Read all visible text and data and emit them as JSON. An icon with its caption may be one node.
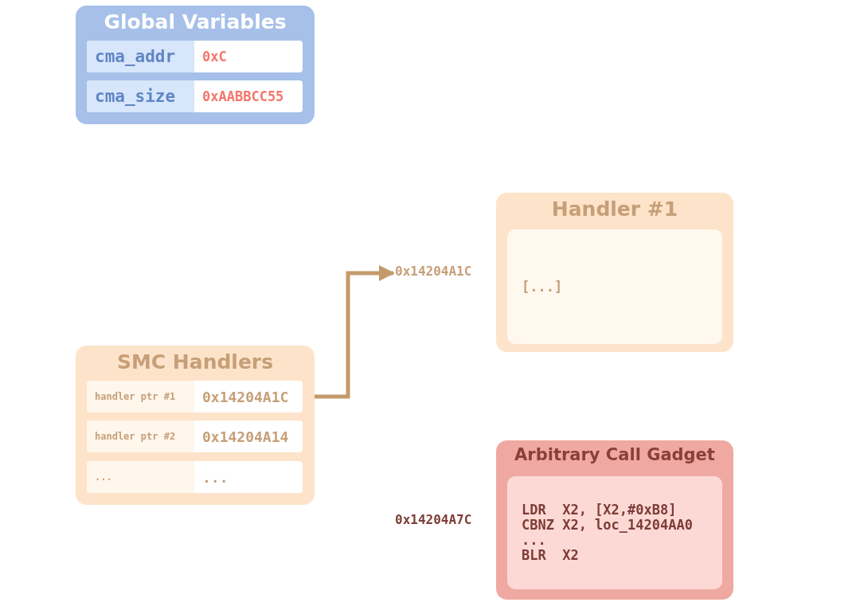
{
  "diagram": {
    "nodes": [
      {
        "text": [
          "Global Variables"
        ]
      },
      {
        "text": [
          "cma_addr",
          "0xC"
        ],
        "in": 0
      },
      {
        "text": [
          "cma_size",
          "0xAABBCC55"
        ],
        "in": 0
      },
      {
        "text": [
          "0x14204A1C"
        ]
      },
      {
        "text": [
          "Handler #1"
        ]
      },
      {
        "text": [
          "[...]"
        ],
        "in": 4
      },
      {
        "text": [
          "SMC Handlers"
        ]
      },
      {
        "text": [
          "handler ptr #1",
          "0x14204A1C"
        ],
        "in": 6
      },
      {
        "text": [
          "handler ptr #2",
          "0x14204A14"
        ],
        "in": 6
      },
      {
        "text": [
          "...",
          "..."
        ],
        "in": 6
      },
      {
        "text": [
          "Arbitrary Call Gadget"
        ],
        "beside": [
          "0x14204A7C"
        ]
      },
      {
        "text": [
          "LDR  X2, [X2,#0xB8]",
          "CBNZ X2, loc_14204AA0",
          "...",
          "BLR  X2"
        ],
        "in": 10
      }
    ],
    "edges": [
      {
        "from": 7,
        "to": 3,
        "arrow": "to"
      }
    ]
  }
}
